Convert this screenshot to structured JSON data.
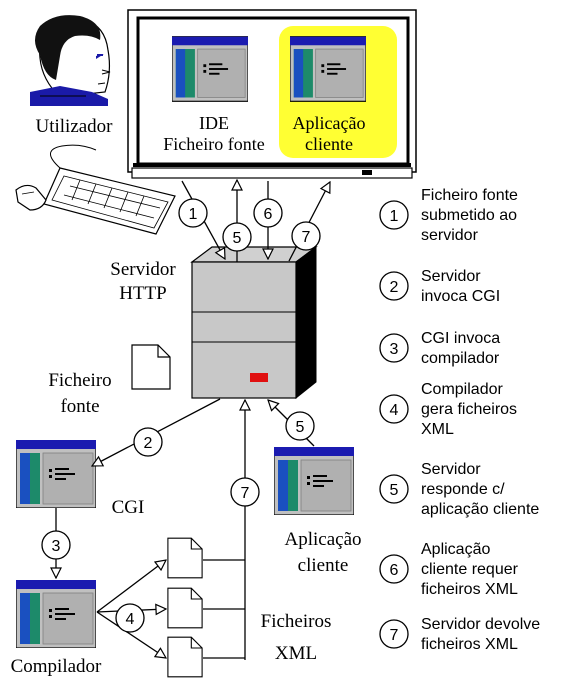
{
  "labels": {
    "user": "Utilizador",
    "ide_line1": "IDE",
    "ide_line2": "Ficheiro fonte",
    "app_screen_line1": "Aplicação",
    "app_screen_line2": "cliente",
    "server_line1": "Servidor",
    "server_line2": "HTTP",
    "source_file_line1": "Ficheiro",
    "source_file_line2": "fonte",
    "cgi": "CGI",
    "app_window_line1": "Aplicação",
    "app_window_line2": "cliente",
    "compiler": "Compilador",
    "xml_files_line1": "Ficheiros",
    "xml_files_line2": "XML"
  },
  "steps": [
    {
      "num": "1",
      "lines": [
        "Ficheiro fonte",
        "submetido ao",
        "servidor"
      ]
    },
    {
      "num": "2",
      "lines": [
        "Servidor",
        "invoca CGI"
      ]
    },
    {
      "num": "3",
      "lines": [
        "CGI invoca",
        "compilador"
      ]
    },
    {
      "num": "4",
      "lines": [
        "Compilador",
        "gera ficheiros",
        "XML"
      ]
    },
    {
      "num": "5",
      "lines": [
        "Servidor",
        "responde c/",
        "aplicação cliente"
      ]
    },
    {
      "num": "6",
      "lines": [
        "Aplicação",
        "cliente requer",
        "ficheiros XML"
      ]
    },
    {
      "num": "7",
      "lines": [
        "Servidor devolve",
        "ficheiros XML"
      ]
    }
  ],
  "colors": {
    "highlight": "#ffff33",
    "window_titlebar": "#1b1bb0",
    "window_body": "#bfbfbf",
    "server_led": "#e01010",
    "user_collar": "#1a1aa8",
    "user_hair": "#111111"
  }
}
